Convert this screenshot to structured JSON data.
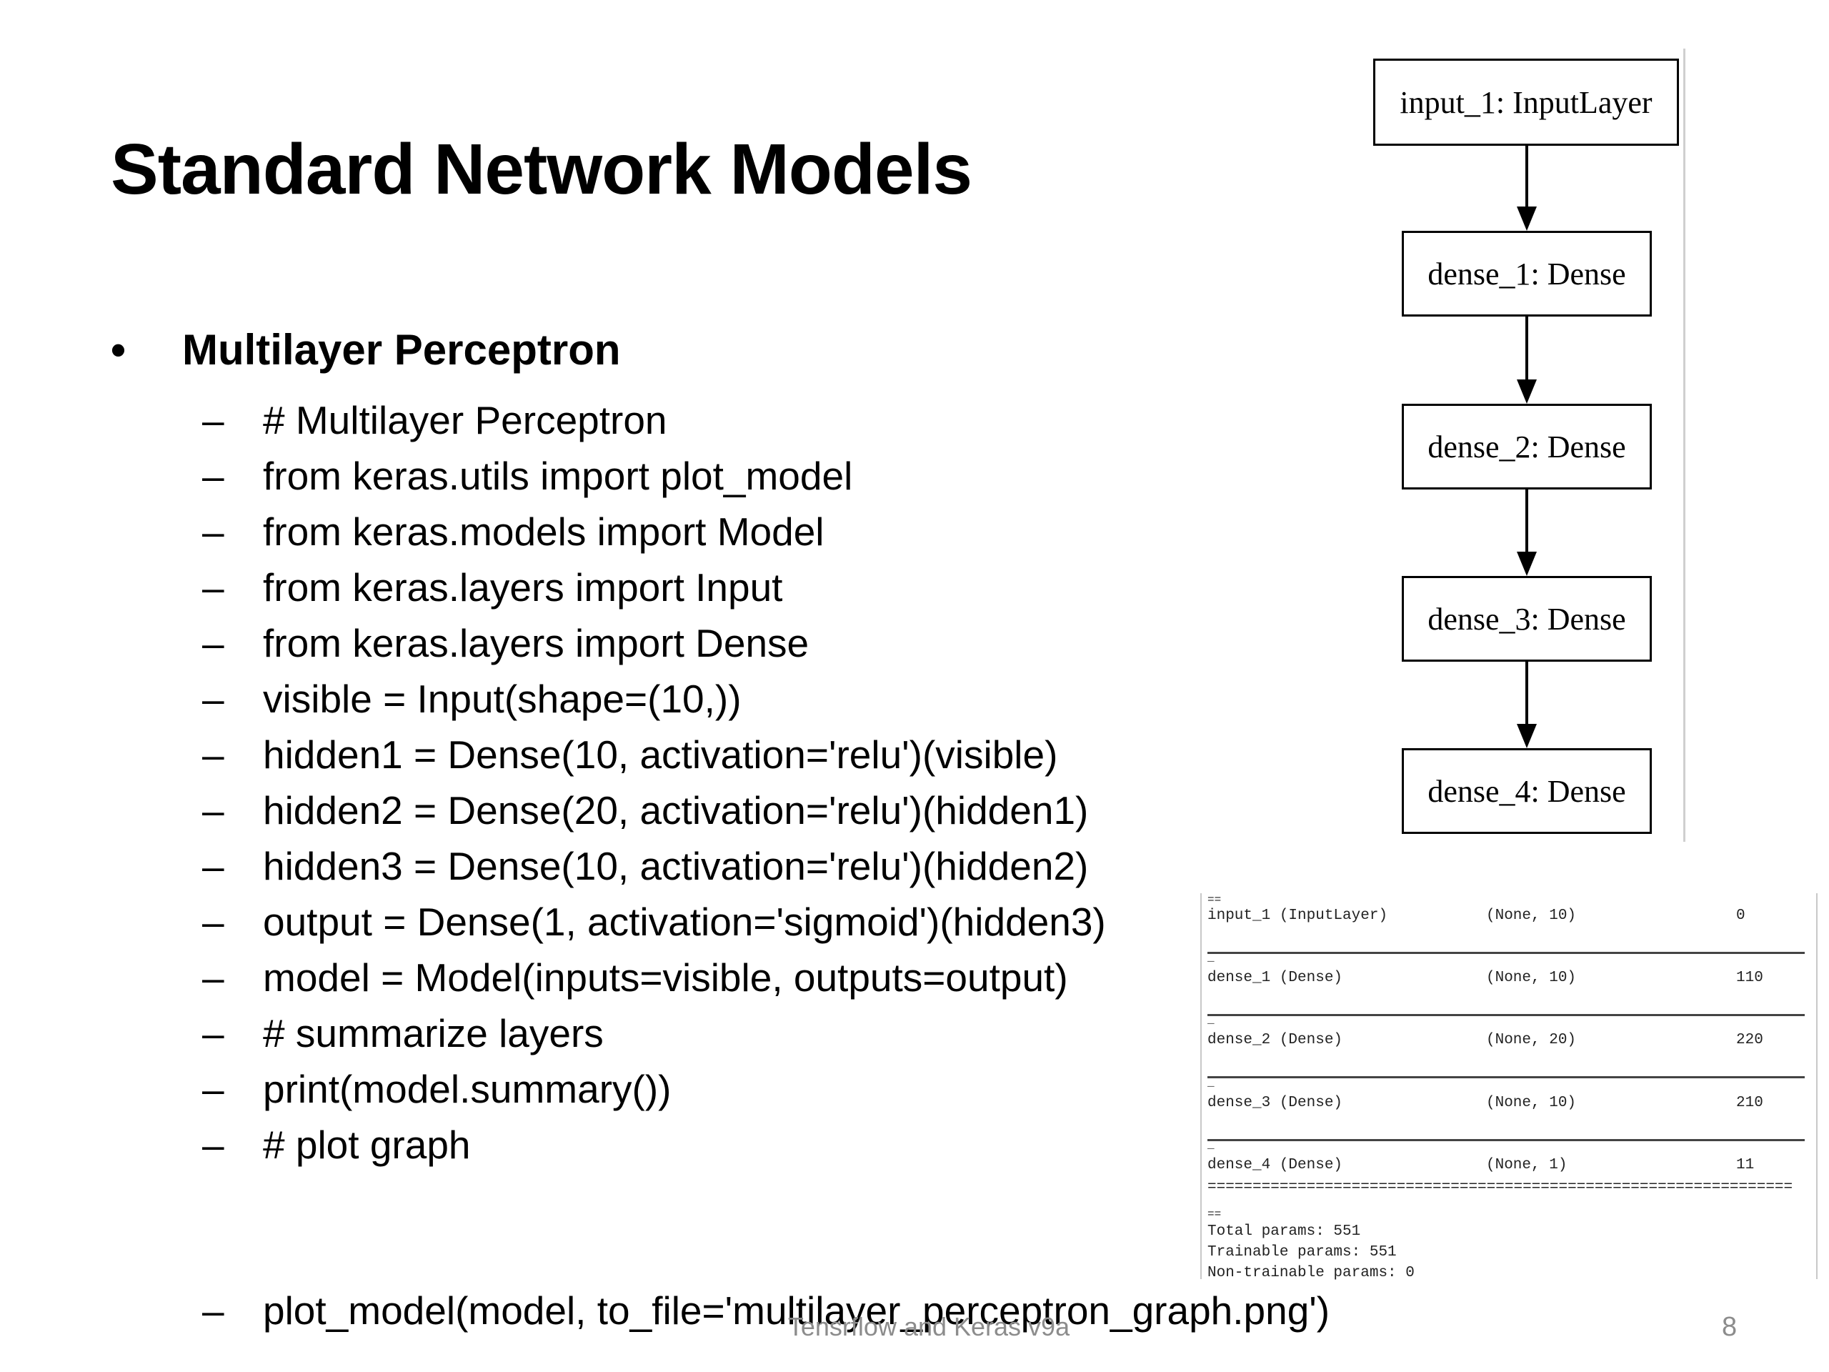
{
  "title": "Standard Network Models",
  "bullet": {
    "symbol": "•",
    "text": "Multilayer Perceptron"
  },
  "dash": "–",
  "lines": [
    "# Multilayer Perceptron",
    "from keras.utils import plot_model",
    "from keras.models import Model",
    "from keras.layers import Input",
    "from keras.layers import Dense",
    "visible = Input(shape=(10,))",
    "hidden1 = Dense(10, activation='relu')(visible)",
    "hidden2 = Dense(20, activation='relu')(hidden1)",
    "hidden3 = Dense(10, activation='relu')(hidden2)",
    "output = Dense(1, activation='sigmoid')(hidden3)",
    "model = Model(inputs=visible, outputs=output)",
    "# summarize layers",
    "print(model.summary())",
    "# plot graph",
    "plot_model(model, to_file='multilayer_perceptron_graph.png')"
  ],
  "graph": {
    "nodes": [
      "input_1: InputLayer",
      "dense_1: Dense",
      "dense_2: Dense",
      "dense_3: Dense",
      "dense_4: Dense"
    ]
  },
  "summary": {
    "top_mark": "==",
    "rows": [
      {
        "layer": "input_1 (InputLayer)",
        "shape": "(None, 10)",
        "params": "0"
      },
      {
        "layer": "dense_1 (Dense)",
        "shape": "(None, 10)",
        "params": "110"
      },
      {
        "layer": "dense_2 (Dense)",
        "shape": "(None, 20)",
        "params": "220"
      },
      {
        "layer": "dense_3 (Dense)",
        "shape": "(None, 10)",
        "params": "210"
      },
      {
        "layer": "dense_4 (Dense)",
        "shape": "(None, 1)",
        "params": "11"
      }
    ],
    "row_prefix": "_",
    "equals_line": "=================================================================",
    "bottom_mark": "==",
    "total": "Total params: 551",
    "trainable": "Trainable params: 551",
    "non_trainable": "Non-trainable params: 0"
  },
  "footer": "Tensrflow and Keras v9a",
  "page_number": "8"
}
